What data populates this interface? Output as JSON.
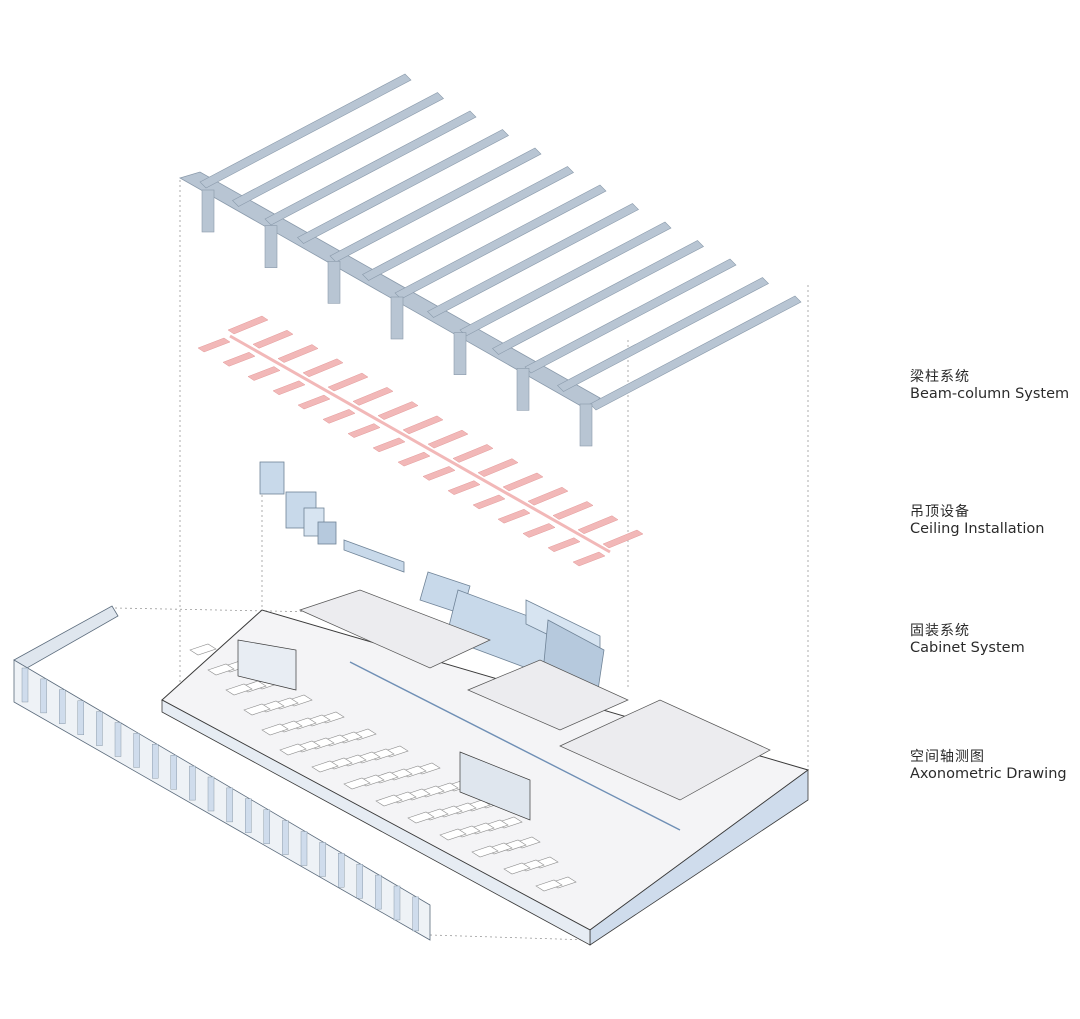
{
  "layers": [
    {
      "zh": "梁柱系统",
      "en": "Beam-column System"
    },
    {
      "zh": "吊顶设备",
      "en": "Ceiling Installation"
    },
    {
      "zh": "固装系统",
      "en": "Cabinet System"
    },
    {
      "zh": "空间轴测图",
      "en": "Axonometric Drawing"
    }
  ],
  "colors": {
    "beam": "#b8c5d3",
    "beam_dark": "#8a9aab",
    "ceiling": "#f2b8b8",
    "cabinet": "#c8d9ea",
    "wall": "#cfdcec",
    "floor": "#f4f4f6",
    "line": "#3a3a3a",
    "guide": "#9a9a9a"
  },
  "icons": [
    "beam-column-icon",
    "ceiling-installation-icon",
    "cabinet-icon",
    "floor-plan-icon"
  ]
}
